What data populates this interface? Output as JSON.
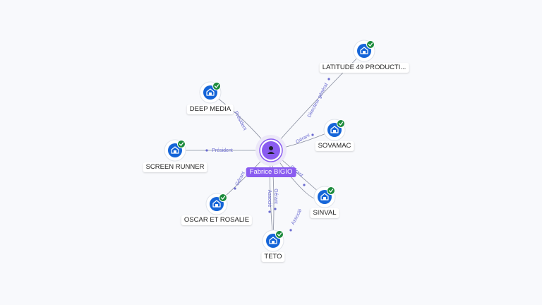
{
  "center": {
    "name": "Fabrice BIGIO",
    "icon": "person-icon",
    "color": "#8a5cf0"
  },
  "colors": {
    "company": "#1565d8",
    "verified": "#1b8a3b",
    "edge": "#8a8fa0",
    "edge_label": "#6a6ad0"
  },
  "nodes": [
    {
      "id": "latitude",
      "label": "LATITUDE 49 PRODUCTI...",
      "icon": "building-icon",
      "verified": true
    },
    {
      "id": "deep-media",
      "label": "DEEP MEDIA",
      "icon": "building-icon",
      "verified": true
    },
    {
      "id": "sovamac",
      "label": "SOVAMAC",
      "icon": "building-icon",
      "verified": true
    },
    {
      "id": "screen-runner",
      "label": "SCREEN RUNNER",
      "icon": "building-icon",
      "verified": true
    },
    {
      "id": "sinval",
      "label": "SINVAL",
      "icon": "building-icon",
      "verified": true
    },
    {
      "id": "oscar",
      "label": "OSCAR ET ROSALIE",
      "icon": "building-icon",
      "verified": true
    },
    {
      "id": "teto",
      "label": "TETO",
      "icon": "building-icon",
      "verified": true
    }
  ],
  "edges": [
    {
      "to": "latitude",
      "label": "Directeur général"
    },
    {
      "to": "deep-media",
      "label": "Président"
    },
    {
      "to": "sovamac",
      "label": "Gérant"
    },
    {
      "to": "screen-runner",
      "label": "Président"
    },
    {
      "to": "sinval",
      "label": "Gérant"
    },
    {
      "to": "sinval",
      "label": "Associé"
    },
    {
      "to": "oscar",
      "label": "Gérant"
    },
    {
      "to": "teto",
      "label": "Gérant"
    },
    {
      "to": "teto",
      "label": "Associé"
    }
  ]
}
